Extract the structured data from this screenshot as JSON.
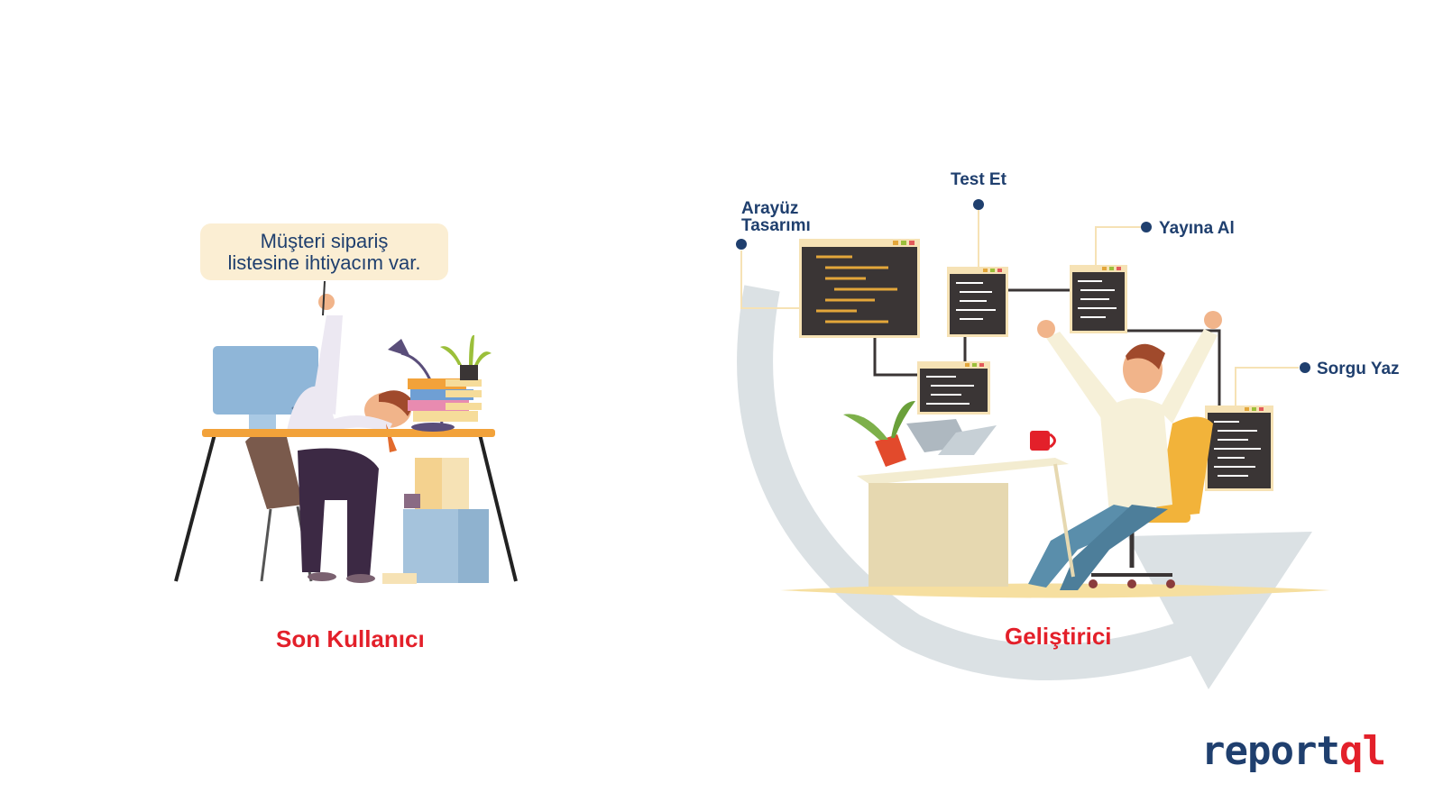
{
  "end_user": {
    "speech_line1": "Müşteri sipariş",
    "speech_line2": "listesine ihtiyacım var.",
    "caption": "Son Kullanıcı"
  },
  "developer": {
    "caption": "Geliştirici",
    "steps": {
      "arayuz_line1": "Arayüz",
      "arayuz_line2": "Tasarımı",
      "test": "Test Et",
      "yayina": "Yayına Al",
      "sorgu": "Sorgu Yaz"
    }
  },
  "brand": {
    "logo_main": "report",
    "logo_accent": "ql"
  },
  "colors": {
    "navy": "#1f3f6e",
    "red": "#e3202a",
    "bubble": "#fbeed3",
    "screen": "#3a3535"
  }
}
